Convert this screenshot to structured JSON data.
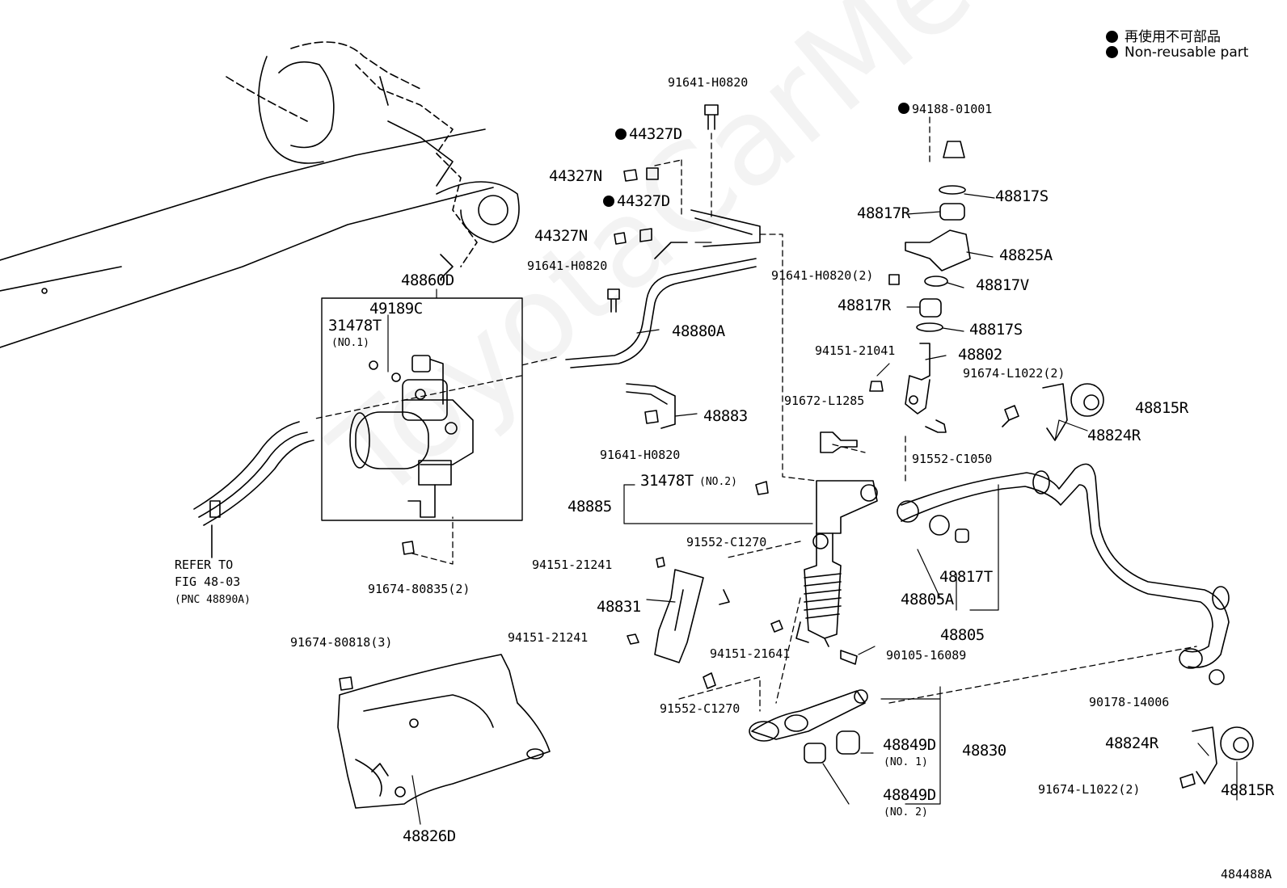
{
  "legend": {
    "ja": "再使用不可部品",
    "en": "Non-reusable part"
  },
  "watermark": "ToyotaCarMe.ru",
  "diagram_number": "484488A",
  "note": {
    "line1": "REFER TO",
    "line2": "FIG 48-03",
    "line3": "(PNC 48890A)"
  },
  "parts": {
    "p91641_top": "91641-H0820",
    "p44327D_a": "44327D",
    "p44327N_a": "44327N",
    "p44327D_b": "44327D",
    "p44327N_b": "44327N",
    "p48860D": "48860D",
    "p49189C": "49189C",
    "p31478T_1": "31478T",
    "p31478T_1_no": "(NO.1)",
    "p91641_mid": "91641-H0820",
    "p48880A": "48880A",
    "p48883": "48883",
    "p91641_low": "91641-H0820",
    "p31478T_2": "31478T",
    "p31478T_2_no": "(NO.2)",
    "p48885": "48885",
    "p91552_C1270_a": "91552-C1270",
    "p94151_21241_a": "94151-21241",
    "p48831": "48831",
    "p94151_21241_b": "94151-21241",
    "p91674_80835": "91674-80835(2)",
    "p91674_80818": "91674-80818(3)",
    "p94151_21641": "94151-21641",
    "p91552_C1270_b": "91552-C1270",
    "p48826D": "48826D",
    "p94188": "94188-01001",
    "p48817S_a": "48817S",
    "p48817R_a": "48817R",
    "p48825A": "48825A",
    "p91641_2": "91641-H0820(2)",
    "p48817V": "48817V",
    "p48817R_b": "48817R",
    "p48817S_b": "48817S",
    "p94151_21041": "94151-21041",
    "p48802": "48802",
    "p91674_L1022_a": "91674-L1022(2)",
    "p48815R_a": "48815R",
    "p48824R_a": "48824R",
    "p91672_L1285": "91672-L1285",
    "p91552_C1050": "91552-C1050",
    "p48817T": "48817T",
    "p48805A": "48805A",
    "p48805": "48805",
    "p90105_16089": "90105-16089",
    "p90178_14006": "90178-14006",
    "p48849D_1": "48849D",
    "p48849D_1_no": "(NO. 1)",
    "p48830": "48830",
    "p48849D_2": "48849D",
    "p48849D_2_no": "(NO. 2)",
    "p48824R_b": "48824R",
    "p91674_L1022_b": "91674-L1022(2)",
    "p48815R_b": "48815R"
  }
}
